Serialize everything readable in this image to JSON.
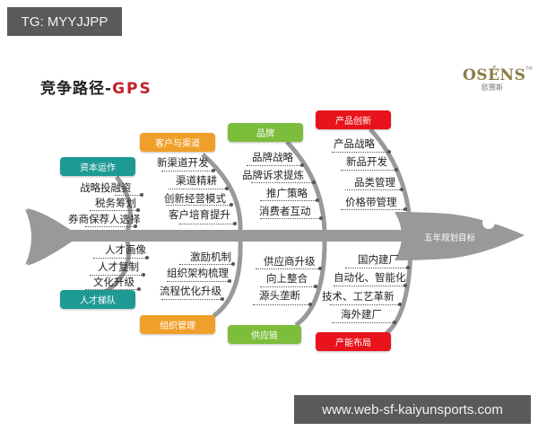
{
  "watermarks": {
    "top_left": "TG: MYYJJPP",
    "bottom_right": "www.web-sf-kaiyunsports.com"
  },
  "title": {
    "prefix": "竞争路径-",
    "highlight": "GPS",
    "highlight_color": "#c0202a"
  },
  "logo": {
    "brand": "OSÉNS",
    "tm": "TM",
    "chinese": "欧赛斯"
  },
  "fish": {
    "goal": "五年规划目标",
    "body_color": "#999999"
  },
  "categories": {
    "top": [
      {
        "label": "资本运作",
        "color": "#1e9a94",
        "items": [
          "战略投融资",
          "税务筹划",
          "券商保荐人选择"
        ]
      },
      {
        "label": "客户与渠道",
        "color": "#f0a02a",
        "items": [
          "新渠道开发",
          "渠道精耕",
          "创新经营模式",
          "客户培育提升"
        ]
      },
      {
        "label": "品牌",
        "color": "#7cbd3c",
        "items": [
          "品牌战略",
          "品牌诉求提炼",
          "推广策略",
          "消费者互动"
        ]
      },
      {
        "label": "产品创新",
        "color": "#e8131b",
        "items": [
          "产品战略",
          "新品开发",
          "品类管理",
          "价格带管理"
        ]
      }
    ],
    "bottom": [
      {
        "label": "人才梯队",
        "color": "#1e9a94",
        "items": [
          "人才画像",
          "人才复制",
          "文化升级"
        ]
      },
      {
        "label": "组织管理",
        "color": "#f0a02a",
        "items": [
          "激励机制",
          "组织架构梳理",
          "流程优化升级"
        ]
      },
      {
        "label": "供应链",
        "color": "#7cbd3c",
        "items": [
          "供应商升级",
          "向上整合",
          "源头垄断"
        ]
      },
      {
        "label": "产能布局",
        "color": "#e8131b",
        "items": [
          "国内建厂",
          "自动化、智能化",
          "技术、工艺革新",
          "海外建厂"
        ]
      }
    ]
  }
}
